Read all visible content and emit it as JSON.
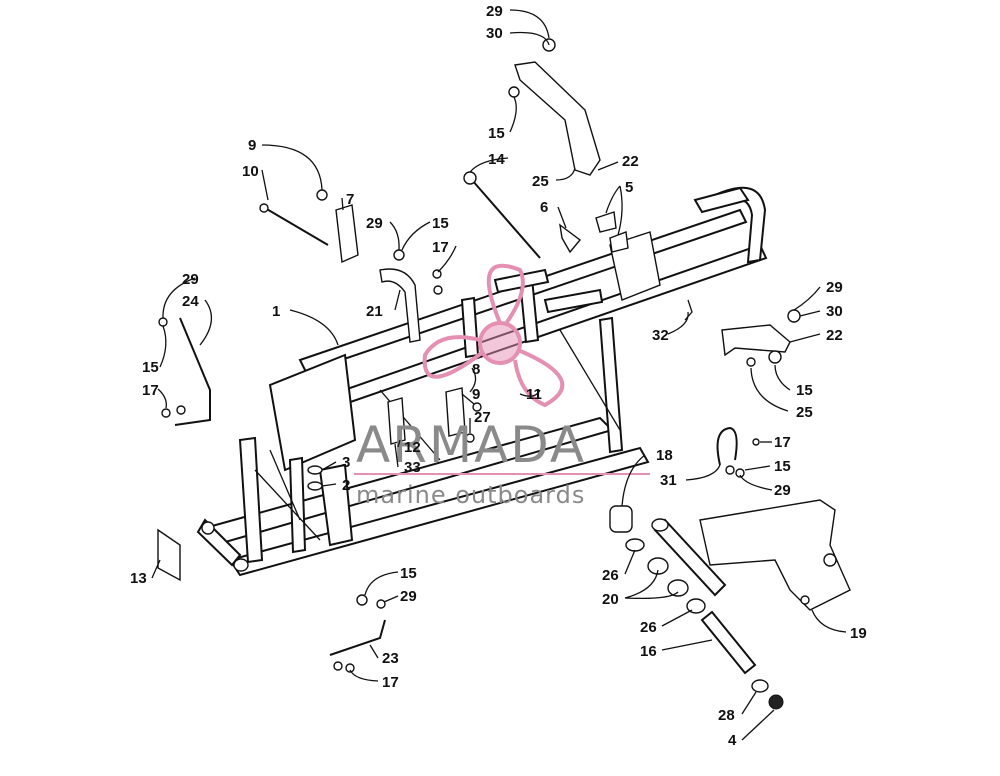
{
  "diagram": {
    "watermark": {
      "brand": "ARMADA",
      "tagline": "marine outboards",
      "colors": {
        "propeller": "#e58fb3",
        "text": "#8a8a8a"
      }
    },
    "callouts": [
      "29",
      "30",
      "15",
      "14",
      "25",
      "22",
      "5",
      "6",
      "9",
      "10",
      "7",
      "29",
      "15",
      "17",
      "21",
      "29",
      "24",
      "1",
      "15",
      "17",
      "29",
      "30",
      "22",
      "15",
      "25",
      "32",
      "8",
      "9",
      "11",
      "27",
      "12",
      "33",
      "3",
      "2",
      "18",
      "17",
      "31",
      "15",
      "29",
      "13",
      "26",
      "20",
      "26",
      "16",
      "19",
      "15",
      "29",
      "23",
      "17",
      "28",
      "4"
    ]
  }
}
